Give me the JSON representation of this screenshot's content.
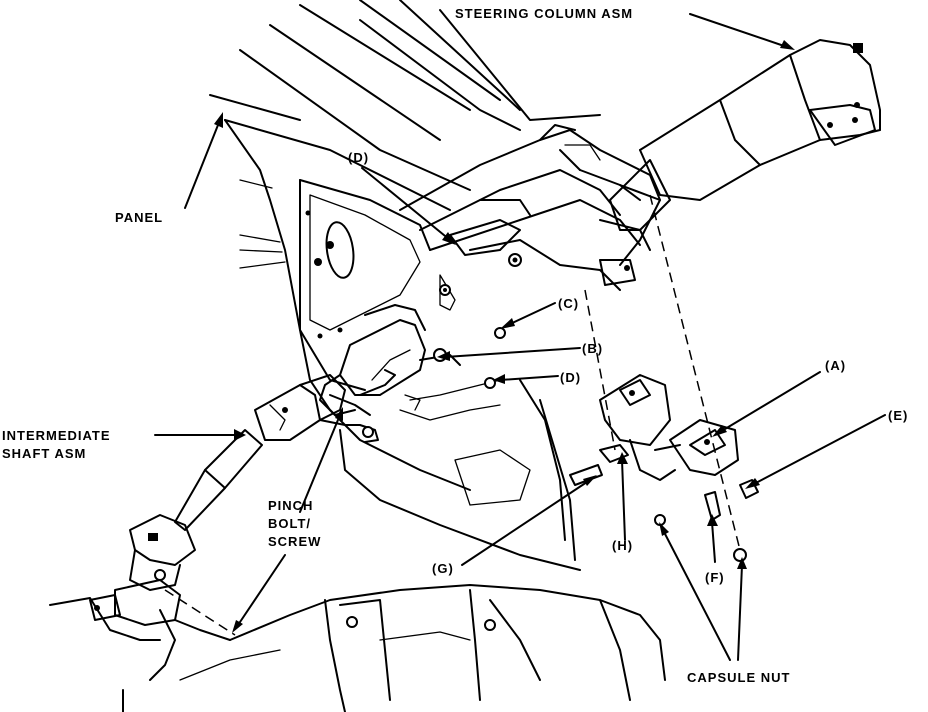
{
  "labels": {
    "steering_column": "STEERING COLUMN ASM",
    "panel": "PANEL",
    "d_top": "(D)",
    "c": "(C)",
    "b": "(B)",
    "d_mid": "(D)",
    "a": "(A)",
    "e": "(E)",
    "intermediate_line1": "INTERMEDIATE",
    "intermediate_line2": "SHAFT ASM",
    "pinch_line1": "PINCH",
    "pinch_line2": "BOLT/",
    "pinch_line3": "SCREW",
    "h": "(H)",
    "g": "(G)",
    "f": "(F)",
    "capsule_nut": "CAPSULE NUT"
  }
}
